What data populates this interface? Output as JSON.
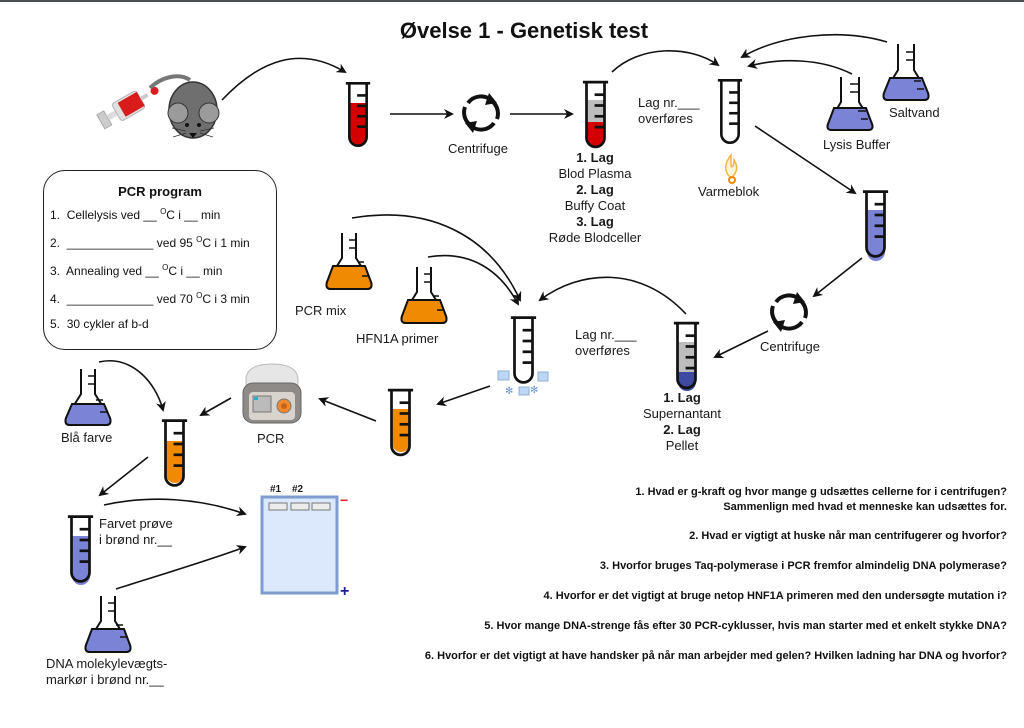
{
  "title": "Øvelse 1 - Genetisk test",
  "labels": {
    "centrifuge_1": "Centrifuge",
    "centrifuge_2": "Centrifuge",
    "varmeblok": "Varmeblok",
    "lysis_buffer": "Lysis Buffer",
    "saltvand": "Saltvand",
    "lag_overfores_1_line1": "Lag nr.___",
    "lag_overfores_1_line2": "overføres",
    "lag_overfores_2_line1": "Lag nr.___",
    "lag_overfores_2_line2": "overføres",
    "pcr_mix": "PCR mix",
    "primer": "HFN1A primer",
    "pcr_machine": "PCR",
    "blaa_farve": "Blå farve",
    "farvet_proeve_line1": "Farvet prøve",
    "farvet_proeve_line2": "i brønd nr.__",
    "dna_marker_line1": "DNA molekylevægts-",
    "dna_marker_line2": "markør i brønd nr.__",
    "gel_well_1": "#1",
    "gel_well_2": "#2",
    "gel_minus": "−",
    "gel_plus": "+"
  },
  "blood_layers": [
    {
      "heading": "1. Lag",
      "name": "Blod Plasma"
    },
    {
      "heading": "2. Lag",
      "name": "Buffy Coat"
    },
    {
      "heading": "3. Lag",
      "name": "Røde Blodceller"
    }
  ],
  "supernatant_layers": [
    {
      "heading": "1. Lag",
      "name": "Supernantant"
    },
    {
      "heading": "2. Lag",
      "name": "Pellet"
    }
  ],
  "pcr_program": {
    "heading": "PCR program",
    "steps": [
      {
        "num": "1.",
        "text_a": "Cellelysis ved __ ",
        "sup": "O",
        "text_b": "C i __ min"
      },
      {
        "num": "2.",
        "text_a": "_____________ ved 95 ",
        "sup": "O",
        "text_b": "C  i 1 min"
      },
      {
        "num": "3.",
        "text_a": "Annealing ved __ ",
        "sup": "O",
        "text_b": "C  i __ min"
      },
      {
        "num": "4.",
        "text_a": "_____________ ved 70 ",
        "sup": "O",
        "text_b": "C  i 3 min"
      },
      {
        "num": "5.",
        "text_a": "30 cykler af b-d",
        "sup": "",
        "text_b": ""
      }
    ]
  },
  "questions": [
    {
      "line1": "1. Hvad er g-kraft og hvor mange g udsættes cellerne for i centrifugen?",
      "line2": "Sammenlign med hvad et menneske kan udsættes for."
    },
    {
      "line1": "2. Hvad er vigtigt at huske når man centrifugerer og hvorfor?"
    },
    {
      "line1": "3. Hvorfor bruges Taq-polymerase i PCR fremfor almindelig DNA polymerase?"
    },
    {
      "line1": "4. Hvorfor er det vigtigt at bruge netop HNF1A primeren med den undersøgte mutation i?"
    },
    {
      "line1": "5. Hvor mange DNA-strenge fås efter 30 PCR-cyklusser, hvis man starter med et enkelt stykke DNA?"
    },
    {
      "line1": "6. Hvorfor er det vigtigt at have handsker på når man arbejder med gelen? Hvilken ladning har DNA og hvorfor?"
    }
  ],
  "colors": {
    "blood_red": "#d40000",
    "buffy_gray": "#bdbdbd",
    "buffer_blue": "#7b83d6",
    "pellet_blue": "#3d4aa0",
    "pcr_orange": "#f08a00",
    "gel_border": "#7e9ccf",
    "gel_fill": "#dce8fb",
    "minus_red": "#e0201f",
    "plus_blue": "#1b1f9a"
  }
}
